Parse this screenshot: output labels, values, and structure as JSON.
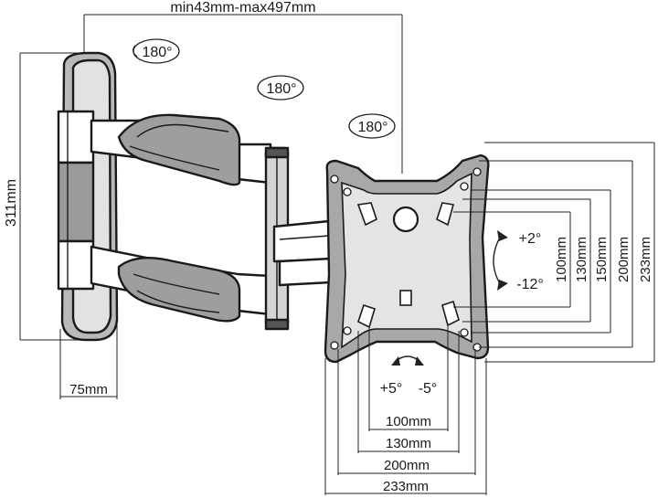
{
  "dimensions": {
    "extension": "min43mm-max497mm",
    "wall_plate_height": "311mm",
    "wall_plate_depth": "75mm",
    "vertical": [
      "100mm",
      "130mm",
      "150mm",
      "200mm",
      "233mm"
    ],
    "horizontal": [
      "100mm",
      "130mm",
      "200mm",
      "233mm"
    ]
  },
  "rotations": [
    "180°",
    "180°",
    "180°"
  ],
  "tilt": {
    "up": "+2°",
    "down": "-12°"
  },
  "swivel": {
    "left": "+5°",
    "right": "-5°"
  }
}
